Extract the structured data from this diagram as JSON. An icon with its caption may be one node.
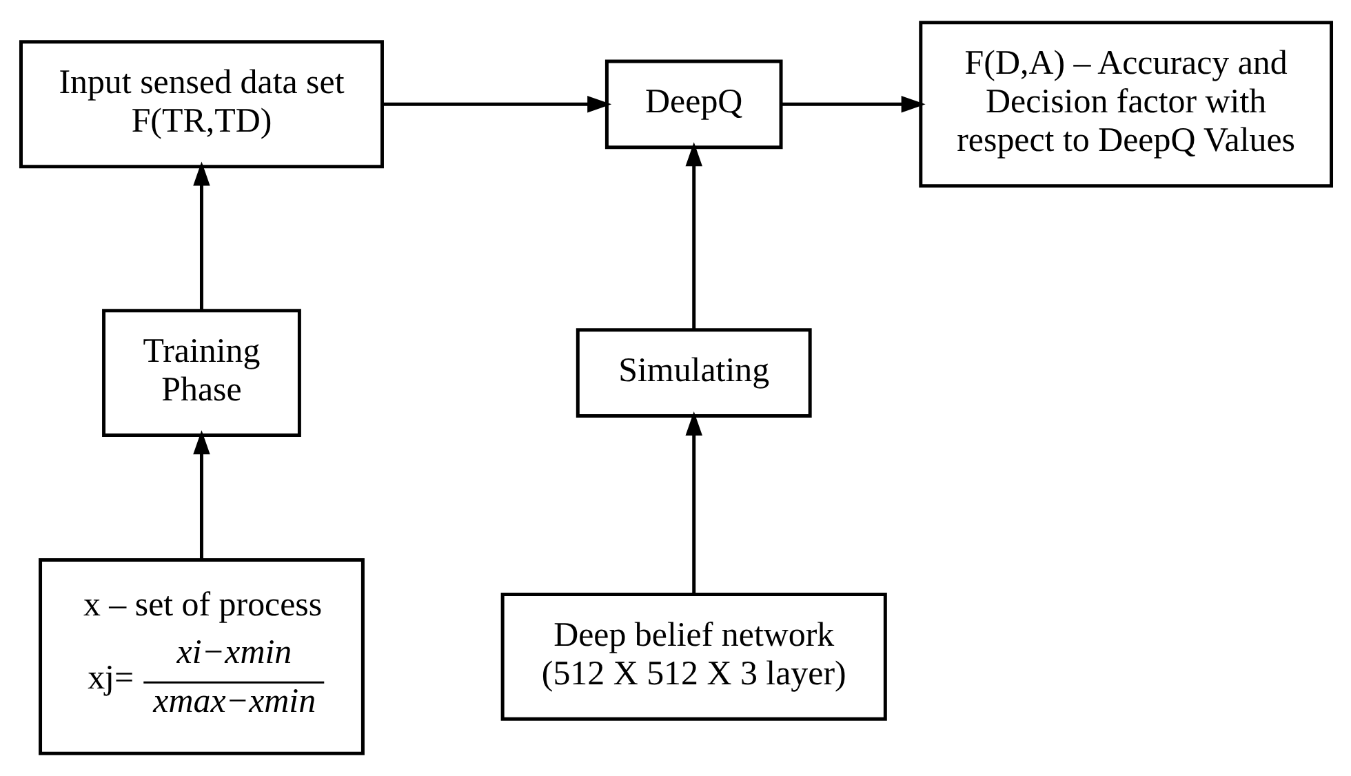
{
  "diagram": {
    "nodes": [
      {
        "text": [
          "Input sensed data set F(TR,TD)"
        ]
      },
      {
        "text": [
          "DeepQ"
        ]
      },
      {
        "text": [
          "F(D,A) – Accuracy and Decision factor with respect to DeepQ Values"
        ]
      },
      {
        "text": [
          "Training Phase"
        ]
      },
      {
        "text": [
          "Simulating"
        ]
      },
      {
        "text": [
          "x – set of process",
          "xj=",
          "xi−xmin",
          "xmax−xmin"
        ]
      },
      {
        "text": [
          "Deep belief network (512 X 512 X 3 layer)"
        ]
      }
    ],
    "edges": [
      {
        "from": 0,
        "to": 1,
        "arrow": "to"
      },
      {
        "from": 1,
        "to": 2,
        "arrow": "to"
      },
      {
        "from": 3,
        "to": 0,
        "arrow": "to"
      },
      {
        "from": 4,
        "to": 1,
        "arrow": "to"
      },
      {
        "from": 5,
        "to": 3,
        "arrow": "to"
      },
      {
        "from": 6,
        "to": 4,
        "arrow": "to"
      }
    ]
  }
}
